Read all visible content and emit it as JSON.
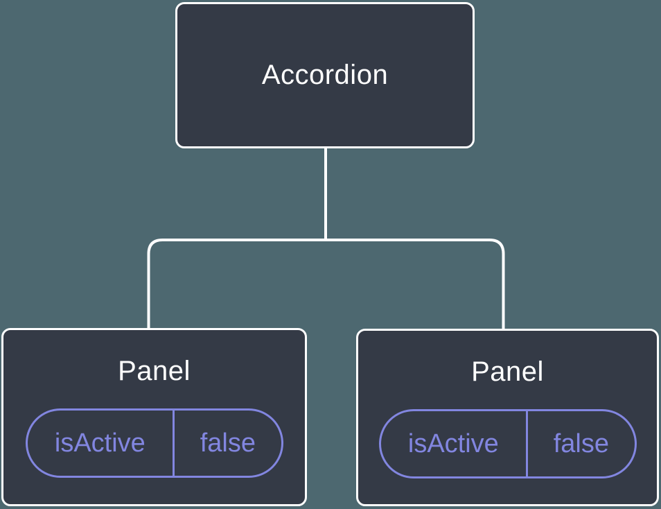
{
  "colors": {
    "background": "#4d6870",
    "node_fill": "#343a46",
    "node_border": "#ffffff",
    "connector": "#ffffff",
    "title_text": "#ffffff",
    "accent_purple": "#8286e0"
  },
  "tree": {
    "root": {
      "label": "Accordion"
    },
    "children": [
      {
        "label": "Panel",
        "state": {
          "name": "isActive",
          "value": "false"
        }
      },
      {
        "label": "Panel",
        "state": {
          "name": "isActive",
          "value": "false"
        }
      }
    ]
  }
}
